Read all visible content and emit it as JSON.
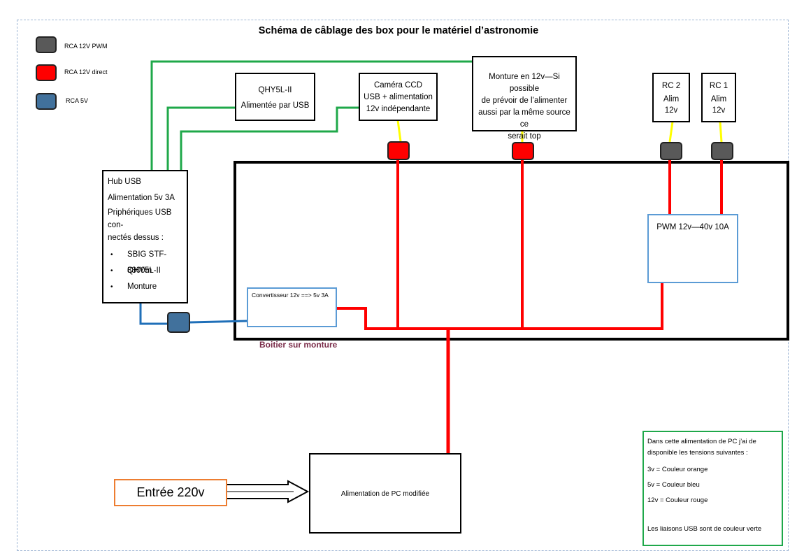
{
  "title": "Schéma de câblage des box pour le matériel d’astronomie",
  "legend": [
    {
      "label": "RCA 12V PWM",
      "color": "#595959"
    },
    {
      "label": "RCA 12V direct",
      "color": "#ff0000"
    },
    {
      "label": "RCA 5V",
      "color": "#41719c"
    }
  ],
  "hub": {
    "lines": [
      "Hub USB",
      "Alimentation 5v 3A",
      "Priphériques USB con-",
      "nectés dessus :"
    ],
    "items": [
      "SBIG STF-8300m",
      "QHY5L-II",
      "Monture"
    ]
  },
  "qhy": {
    "lines": [
      "QHY5L-II",
      "Alimentée par USB"
    ]
  },
  "camera": {
    "lines": [
      "Caméra CCD",
      "USB + alimentation",
      "12v indépendante"
    ]
  },
  "mount": {
    "lines": [
      "Monture en 12v—Si possible",
      "de prévoir de l’alimenter",
      "aussi par la même source ce",
      "serait top"
    ]
  },
  "rc2": {
    "lines": [
      "RC 2",
      "Alim",
      "12v"
    ]
  },
  "rc1": {
    "lines": [
      "RC 1",
      "Alim",
      "12v"
    ]
  },
  "pwm": {
    "label": "PWM 12v—40v 10A"
  },
  "converter": {
    "label": "Convertisseur 12v ==> 5v 3A"
  },
  "enclosure_label": "Boitier sur monture",
  "psu": {
    "label": "Alimentation de PC modifiée"
  },
  "input": {
    "label": "Entrée 220v"
  },
  "notes": {
    "lines": [
      "Dans cette alimentation de PC j’ai de",
      "disponible les tensions suivantes :",
      "3v = Couleur orange",
      "5v = Couleur bleu",
      "12v  = Couleur rouge",
      "Les liaisons USB sont de couleur verte"
    ]
  },
  "colors": {
    "usb_wire": "#1fa84a",
    "power_wire": "#ff0000",
    "fivev_wire": "#1f6fb8",
    "connector_stub": "#ffff00",
    "blue_box_border": "#5b9bd5",
    "orange_box_border": "#ed7d31",
    "notes_border": "#1fa84a",
    "enclosure_label_color": "#7b2d4a"
  }
}
